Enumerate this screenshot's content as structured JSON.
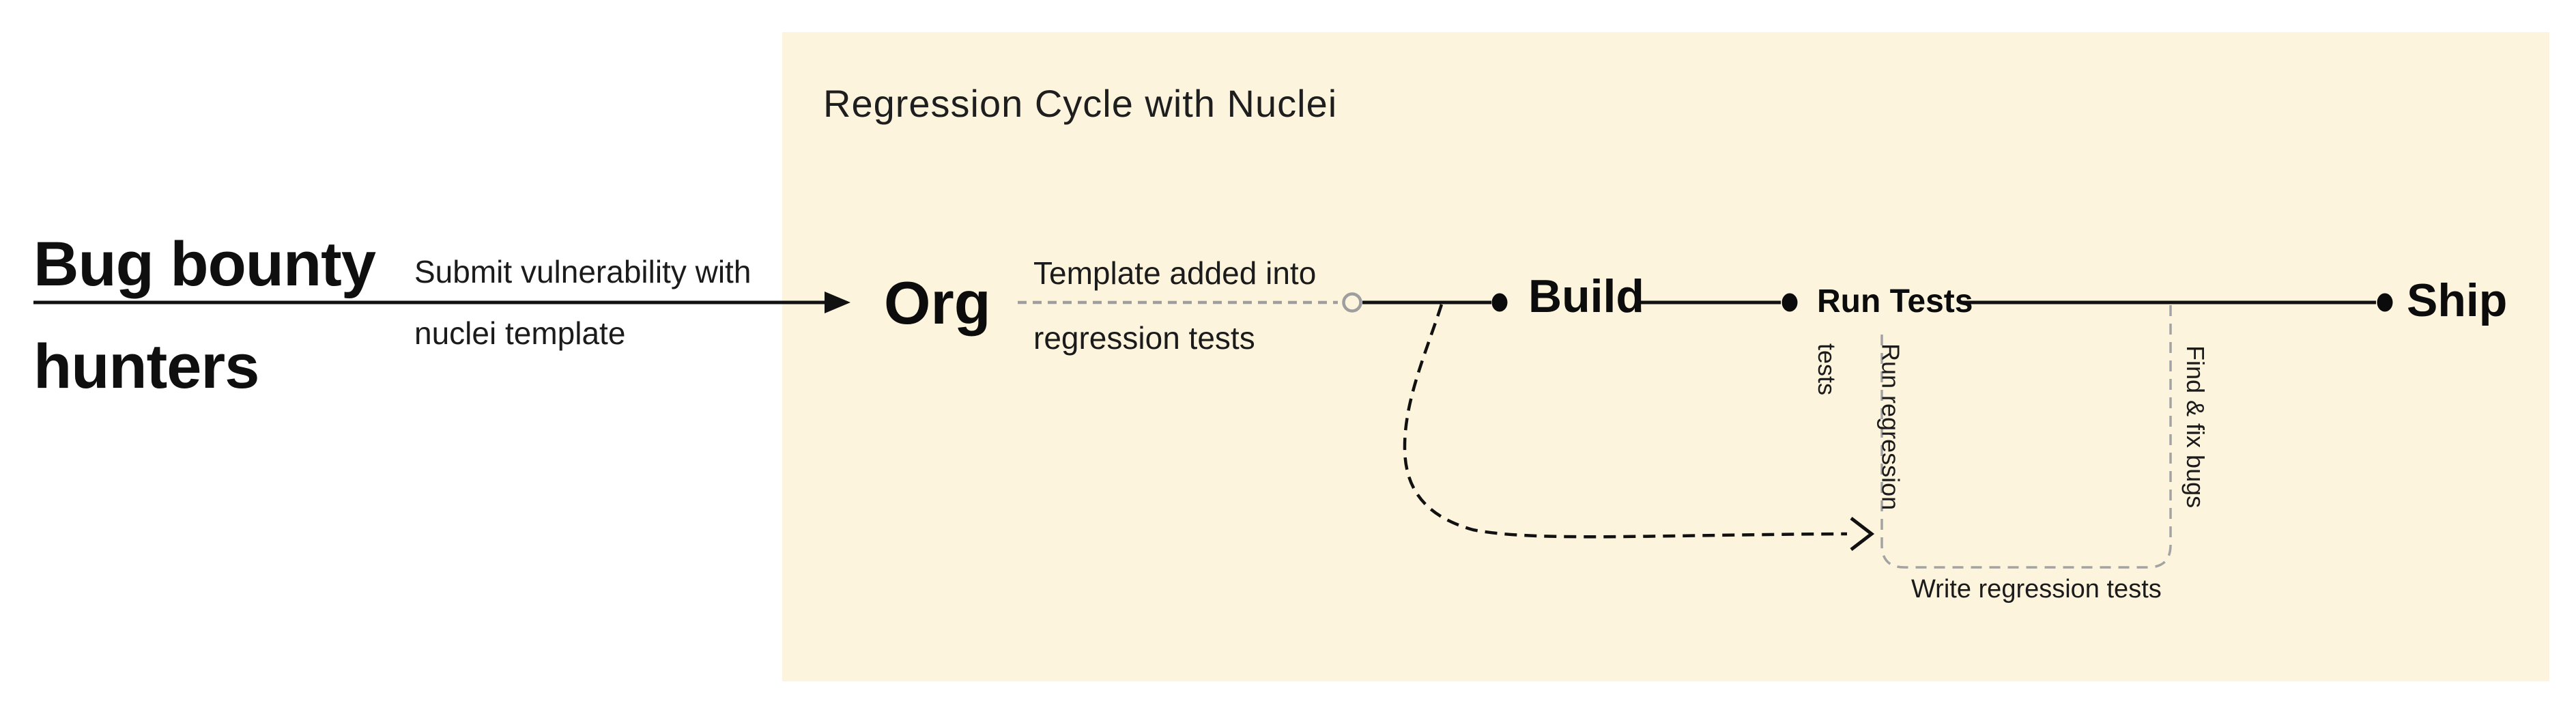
{
  "panel": {
    "title": "Regression Cycle with Nuclei",
    "background": "#FDF4DD"
  },
  "source": {
    "line1": "Bug bounty",
    "line2": "hunters"
  },
  "edge_labels": {
    "submit": {
      "line1": "Submit vulnerability with",
      "line2": "nuclei template"
    },
    "template": {
      "line1": "Template added into",
      "line2": "regression tests"
    }
  },
  "nodes": {
    "org": "Org",
    "build": "Build",
    "run_tests": "Run Tests",
    "ship": "Ship"
  },
  "annotations": {
    "run_regression": {
      "line1": "Run regression",
      "line2": "tests"
    },
    "find_fix": "Find & fix bugs",
    "write_regression": "Write regression tests"
  },
  "colors": {
    "page_background": "#ffffff",
    "panel_background": "#FDF4DD",
    "ink": "#111111",
    "gray_dash": "#9e9e9e",
    "bracket_gray": "#a3a3a3"
  }
}
